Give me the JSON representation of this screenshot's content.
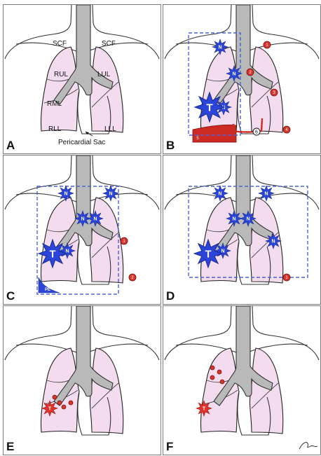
{
  "labels": {
    "scf_left": "SCF",
    "scf_right": "SCF",
    "rul": "RUL",
    "lul": "LUL",
    "rml": "RML",
    "rll": "RLL",
    "lll": "LLL",
    "pericardial_sac": "Pericardial Sac"
  },
  "panels": [
    {
      "letter": "A"
    },
    {
      "letter": "B",
      "tumor": "T",
      "node": "N",
      "effusion": "5",
      "pericardial": "6",
      "n1": "1",
      "n2": "2",
      "n3": "3",
      "n4": "4"
    },
    {
      "letter": "C",
      "tumor": "T",
      "node": "N",
      "pe": "PE",
      "n1": "1",
      "n2": "2"
    },
    {
      "letter": "D",
      "tumor": "T",
      "node": "N",
      "n1": "1"
    },
    {
      "letter": "E",
      "tumor": "T"
    },
    {
      "letter": "F",
      "tumor": "T"
    }
  ],
  "colors": {
    "lung": "#f4dcef",
    "airway": "#b9b9b9",
    "nodal_star": "#2b45d8",
    "tumor_red": "#e0322a",
    "field_box": "#4a62d6"
  }
}
